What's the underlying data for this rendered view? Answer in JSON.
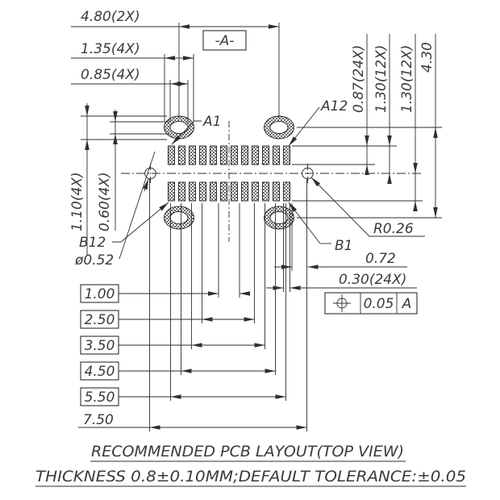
{
  "drawing": {
    "dims": {
      "d480": "4.80(2X)",
      "d135": "1.35(4X)",
      "d085": "0.85(4X)",
      "d087": "0.87(24X)",
      "d130a": "1.30(12X)",
      "d130b": "1.30(12X)",
      "d430": "4.30",
      "d110": "1.10(4X)",
      "d060": "0.60(4X)",
      "d072": "0.72",
      "d030": "0.30(24X)",
      "radius": "R0.26",
      "hole_dia": "ø0.52"
    },
    "pins": {
      "a1": "A1",
      "a12": "A12",
      "b1": "B1",
      "b12": "B12"
    },
    "datum": {
      "flag": "-A-",
      "fcf_symbol": "true-position",
      "fcf_tolerance": "0.05",
      "fcf_datum": "A"
    },
    "stack_dims": [
      {
        "value": "1.00",
        "boxed": true
      },
      {
        "value": "2.50",
        "boxed": true
      },
      {
        "value": "3.50",
        "boxed": true
      },
      {
        "value": "4.50",
        "boxed": true
      },
      {
        "value": "5.50",
        "boxed": true
      },
      {
        "value": "7.50",
        "boxed": false
      }
    ],
    "notes": {
      "title": "RECOMMENDED PCB LAYOUT(TOP VIEW)",
      "tolerance_note": "THICKNESS 0.8±0.10MM;DEFAULT TOLERANCE:±0.05"
    },
    "colors": {
      "line": "#2e2e2e",
      "text": "#3a3a3a",
      "background": "#ffffff"
    }
  }
}
